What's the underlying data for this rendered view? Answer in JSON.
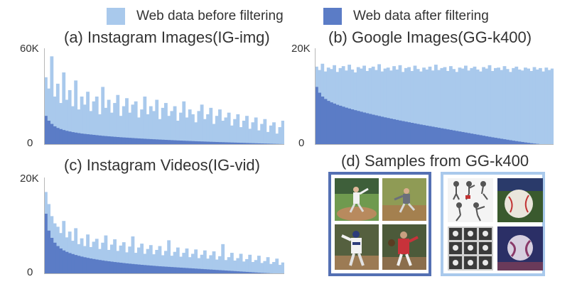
{
  "legend": {
    "before_label": "Web data before filtering",
    "after_label": "Web data after filtering"
  },
  "colors": {
    "before": "#a9c9ec",
    "after": "#5b7cc6",
    "frame_dark": "#5470b3",
    "frame_light": "#a9c9ec"
  },
  "chart_data": [
    {
      "type": "area",
      "title": "(a) Instagram Images(IG-img)",
      "ylim": [
        0,
        60000
      ],
      "yticks": [
        "0",
        "60K"
      ],
      "series": [
        {
          "name": "Web data before filtering",
          "values": [
            42000,
            35000,
            55000,
            30000,
            38000,
            26000,
            45000,
            28000,
            34000,
            24000,
            40000,
            22000,
            30000,
            25000,
            33000,
            21000,
            27000,
            30000,
            19000,
            36000,
            23000,
            28000,
            20000,
            26000,
            31000,
            18000,
            24000,
            29000,
            20000,
            25000,
            27000,
            17000,
            22000,
            30000,
            19000,
            24000,
            21000,
            28000,
            16000,
            23000,
            26000,
            18000,
            21000,
            24000,
            15000,
            20000,
            27000,
            17000,
            22000,
            19000,
            14000,
            21000,
            25000,
            16000,
            19000,
            23000,
            13000,
            18000,
            22000,
            15000,
            17000,
            20000,
            12000,
            16000,
            19000,
            11000,
            15000,
            18000,
            10000,
            14000,
            17000,
            9000,
            13000,
            16000,
            8000,
            12000,
            14000,
            7000,
            11000,
            15000
          ]
        },
        {
          "name": "Web data after filtering",
          "values": [
            18000,
            15000,
            13000,
            11500,
            10500,
            9800,
            9200,
            8700,
            8300,
            7900,
            7600,
            7300,
            7000,
            6800,
            6600,
            6400,
            6200,
            6000,
            5800,
            5600,
            5450,
            5300,
            5150,
            5000,
            4850,
            4700,
            4580,
            4460,
            4340,
            4220,
            4100,
            3990,
            3880,
            3770,
            3660,
            3560,
            3460,
            3360,
            3260,
            3170,
            3080,
            2990,
            2900,
            2810,
            2720,
            2640,
            2560,
            2480,
            2400,
            2320,
            2240,
            2170,
            2100,
            2030,
            1960,
            1890,
            1820,
            1760,
            1700,
            1640,
            1580,
            1520,
            1460,
            1400,
            1340,
            1280,
            1220,
            1160,
            1100,
            1040,
            980,
            920,
            860,
            800,
            740,
            680,
            620,
            560,
            500,
            450
          ]
        }
      ]
    },
    {
      "type": "area",
      "title": "(b) Google Images(GG-k400)",
      "ylim": [
        0,
        20000
      ],
      "yticks": [
        "0",
        "20K"
      ],
      "series": [
        {
          "name": "Web data before filtering",
          "values": [
            16200,
            15500,
            16800,
            15200,
            16000,
            15700,
            16500,
            15100,
            15900,
            16300,
            15400,
            16600,
            15600,
            15000,
            16100,
            15800,
            16400,
            15300,
            15900,
            16200,
            15500,
            16700,
            15200,
            15800,
            16000,
            15400,
            16300,
            15600,
            16500,
            15100,
            15900,
            16100,
            15300,
            16400,
            15700,
            15200,
            16000,
            15600,
            16200,
            15400,
            16600,
            15500,
            15900,
            16100,
            15300,
            16300,
            15700,
            15100,
            16000,
            15800,
            16400,
            15400,
            15900,
            16200,
            15600,
            15200,
            16100,
            15800,
            16500,
            15300,
            15900,
            16000,
            15500,
            16300,
            15700,
            15100,
            15900,
            16200,
            15600,
            15400,
            16000,
            15800,
            15300,
            16100,
            15600,
            15900,
            15200,
            16000,
            15500,
            15800
          ]
        },
        {
          "name": "Web data after filtering",
          "values": [
            12000,
            10800,
            10000,
            9500,
            9100,
            8800,
            8550,
            8300,
            8100,
            7900,
            7700,
            7520,
            7350,
            7180,
            7020,
            6860,
            6700,
            6550,
            6400,
            6250,
            6110,
            5970,
            5830,
            5690,
            5560,
            5430,
            5300,
            5170,
            5040,
            4920,
            4800,
            4680,
            4560,
            4440,
            4320,
            4200,
            4090,
            3980,
            3870,
            3760,
            3650,
            3540,
            3430,
            3320,
            3210,
            3100,
            2990,
            2880,
            2770,
            2660,
            2550,
            2440,
            2330,
            2220,
            2110,
            2000,
            1890,
            1780,
            1670,
            1560,
            1460,
            1360,
            1260,
            1160,
            1060,
            960,
            860,
            770,
            680,
            590,
            500,
            420,
            340,
            270,
            200,
            140,
            90,
            50,
            20,
            0
          ]
        }
      ]
    },
    {
      "type": "area",
      "title": "(c) Instagram Videos(IG-vid)",
      "ylim": [
        0,
        20000
      ],
      "yticks": [
        "0",
        "20K"
      ],
      "series": [
        {
          "name": "Web data before filtering",
          "values": [
            17000,
            14500,
            12000,
            10500,
            9800,
            8500,
            11000,
            7600,
            8800,
            6900,
            9500,
            6200,
            7400,
            5800,
            8200,
            5600,
            6700,
            7300,
            5200,
            6500,
            8000,
            5000,
            6100,
            7200,
            4800,
            5900,
            6600,
            4500,
            5700,
            7800,
            4400,
            5500,
            6300,
            4200,
            5200,
            6000,
            4100,
            5000,
            5800,
            3900,
            4800,
            7000,
            3800,
            4600,
            5500,
            3600,
            4400,
            5300,
            3500,
            4200,
            5100,
            3300,
            4000,
            4900,
            3200,
            3900,
            4700,
            3000,
            3700,
            6200,
            2900,
            3500,
            4400,
            2800,
            3300,
            4200,
            2600,
            3100,
            4000,
            2500,
            2900,
            3800,
            2300,
            2700,
            3500,
            2100,
            2500,
            3200,
            1900,
            2400
          ]
        },
        {
          "name": "Web data after filtering",
          "values": [
            12500,
            9000,
            7500,
            6500,
            5800,
            5300,
            4900,
            4600,
            4350,
            4150,
            3950,
            3780,
            3620,
            3480,
            3350,
            3230,
            3120,
            3010,
            2910,
            2820,
            2730,
            2650,
            2570,
            2490,
            2420,
            2350,
            2280,
            2210,
            2150,
            2090,
            2030,
            1970,
            1910,
            1860,
            1810,
            1760,
            1710,
            1660,
            1610,
            1570,
            1530,
            1490,
            1450,
            1410,
            1370,
            1330,
            1290,
            1250,
            1210,
            1170,
            1130,
            1090,
            1050,
            1010,
            970,
            930,
            890,
            850,
            810,
            770,
            730,
            690,
            650,
            610,
            570,
            530,
            490,
            450,
            410,
            370,
            330,
            290,
            250,
            220,
            190,
            160,
            130,
            100,
            80,
            60
          ]
        }
      ]
    }
  ],
  "samples": {
    "title": "(d) Samples from GG-k400",
    "groups": [
      {
        "name": "samples-after-filtering",
        "thumbs": [
          "pitcher-on-mound",
          "pitcher-throwing",
          "pitcher-mets",
          "pitcher-red-jersey"
        ]
      },
      {
        "name": "samples-before-filtering",
        "thumbs": [
          "pitching-sequence",
          "baseball-closeup",
          "hand-grip-grid",
          "abstract-ball"
        ]
      }
    ]
  }
}
